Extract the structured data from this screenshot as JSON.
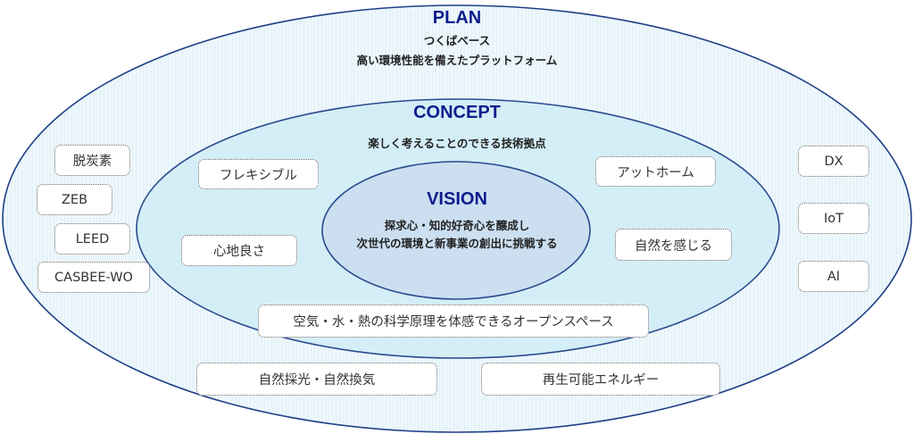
{
  "plan": {
    "title": "PLAN",
    "subtitle_1": "つくばベース",
    "subtitle_2": "高い環境性能を備えたプラットフォーム"
  },
  "concept": {
    "title": "CONCEPT",
    "subtitle": "楽しく考えることのできる技術拠点"
  },
  "vision": {
    "title": "VISION",
    "line_1": "探求心・知的好奇心を醸成し",
    "line_2": "次世代の環境と新事業の創出に挑戦する"
  },
  "left_items": [
    "脱炭素",
    "ZEB",
    "LEED",
    "CASBEE-WO"
  ],
  "right_items": [
    "DX",
    "IoT",
    "AI"
  ],
  "concept_items": {
    "top_left": "フレキシブル",
    "mid_left": "心地良さ",
    "top_right": "アットホーム",
    "mid_right": "自然を感じる",
    "bottom": "空気・水・熱の科学原理を体感できるオープンスペース"
  },
  "bottom_items": [
    "自然採光・自然換気",
    "再生可能エネルギー"
  ],
  "colors": {
    "title_blue": "#0d1d8c",
    "outer_fill": "#eaf5fb",
    "outer_stroke": "#1f3f87",
    "middle_fill": "#d4eef7",
    "inner_fill": "#cbdff1",
    "ellipse_stroke": "#2a4a8f"
  }
}
